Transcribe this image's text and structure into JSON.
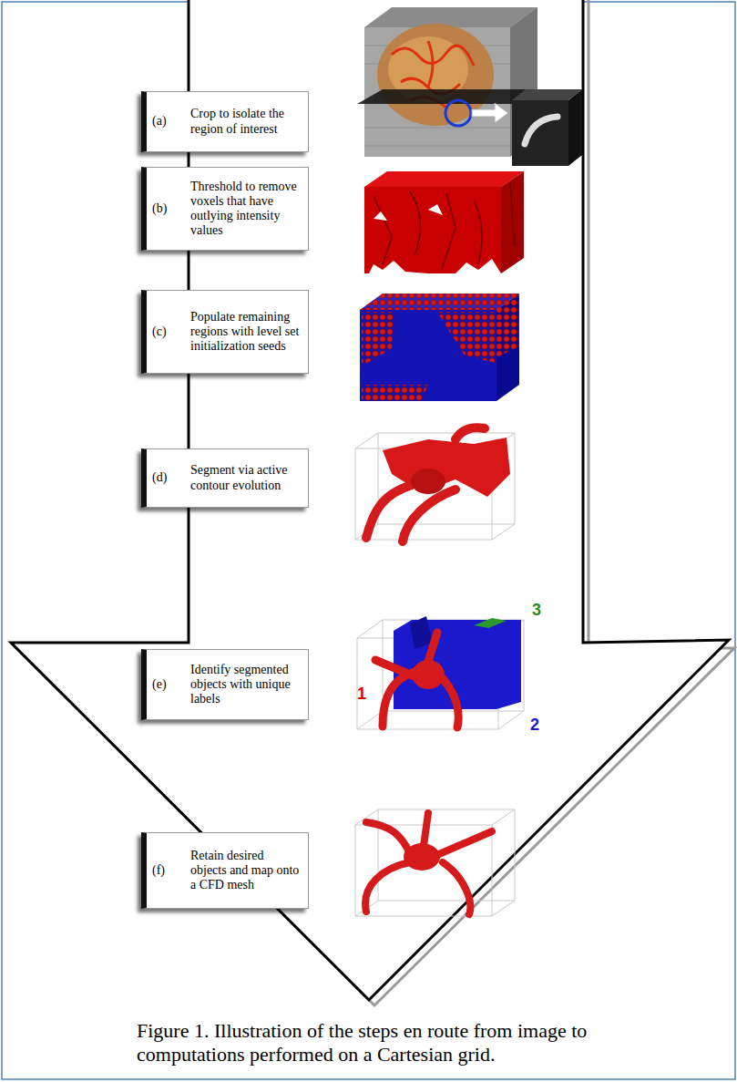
{
  "diagram": {
    "caption": "Figure 1. Illustration of the steps en route from image to computations performed on a Cartesian grid.",
    "nodes": [
      {
        "text": [
          "(a)",
          "Crop to isolate the region of interest"
        ]
      },
      {
        "text": [
          "(b)",
          "Threshold to remove voxels that have outlying intensity values"
        ]
      },
      {
        "text": [
          "(c)",
          "Populate remaining regions with level set initialization seeds"
        ]
      },
      {
        "text": [
          "(d)",
          "Segment via active contour evolution"
        ]
      },
      {
        "text": [
          "(e)",
          "Identify segmented objects with unique labels"
        ]
      },
      {
        "text": [
          "(f)",
          "Retain desired objects and map onto a CFD mesh"
        ]
      }
    ],
    "labels": [
      "1",
      "2",
      "3"
    ]
  }
}
